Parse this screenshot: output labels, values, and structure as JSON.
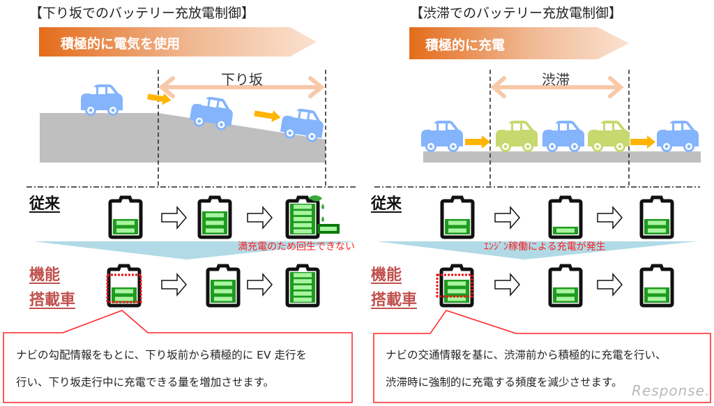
{
  "left": {
    "title": "【下り坂でのバッテリー充放電制御】",
    "banner": "積極的に電気を使用",
    "zone_label": "下り坂",
    "conventional_label": "従来",
    "function_label_line1": "機能",
    "function_label_line2": "搭載車",
    "conventional_note": "満充電のため回生できない",
    "conventional_battery_levels": [
      0.5,
      0.75,
      1.0
    ],
    "function_battery_levels": [
      0.5,
      0.75,
      1.0
    ],
    "callout_line1": "ナビの勾配情報をもとに、下り坂前から積極的に EV 走行を",
    "callout_line2": "行い、下り坂走行中に充電できる量を増加させます。"
  },
  "right": {
    "title": "【渋滞でのバッテリー充放電制御】",
    "banner": "積極的に充電",
    "zone_label": "渋滞",
    "conventional_label": "従来",
    "function_label_line1": "機能",
    "function_label_line2": "搭載車",
    "conventional_note": "ｴﾝｼﾞﾝ稼働による充電が発生",
    "conventional_battery_levels": [
      0.5,
      0.25,
      0.5
    ],
    "function_battery_levels": [
      0.75,
      0.5,
      0.5
    ],
    "callout_line1": "ナビの交通情報を基に、渋滞前から積極的に充電を行い、",
    "callout_line2": "渋滞時に強制的に充電する頻度を減少させます。"
  },
  "watermark": "Response.",
  "colors": {
    "banner_start": "#e46c1b",
    "banner_end": "#fbe0cc",
    "car_blue": "#84b4fb",
    "car_green": "#c6d86e",
    "road_gray": "#bfbfbf",
    "move_arrow": "#ffb400",
    "range_arrow": "#f8c9a8",
    "battery_fill": "#1f9a1f",
    "battery_cell": "#a8f5a0",
    "funnel": "#a9d6e3",
    "callout_border": "#ff2020",
    "function_label": "#c0504d"
  }
}
